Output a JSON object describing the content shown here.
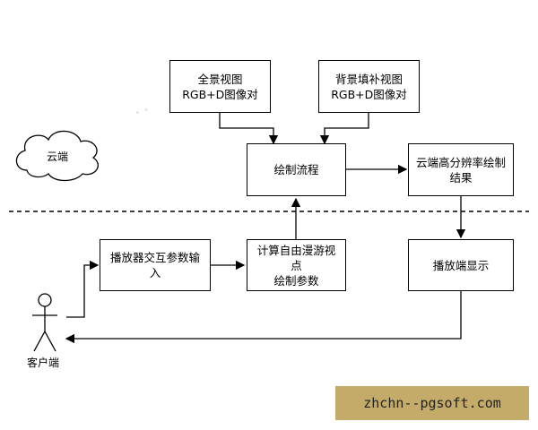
{
  "nodes": {
    "panorama": [
      "全景视图",
      "RGB+D图像对"
    ],
    "background": [
      "背景填补视图",
      "RGB+D图像对"
    ],
    "cloud": "云端",
    "render_process": "绘制流程",
    "hires_result": "云端高分辨率绘制结果",
    "player_input": "播放器交互参数输入",
    "compute_params": [
      "计算自由漫游视点",
      "绘制参数"
    ],
    "player_display": "播放端显示",
    "client": "客户端"
  },
  "watermark": "zhchn--pgsoft.com",
  "colors": {
    "stroke": "#000000",
    "watermark_bg": "#c4ab6a"
  }
}
